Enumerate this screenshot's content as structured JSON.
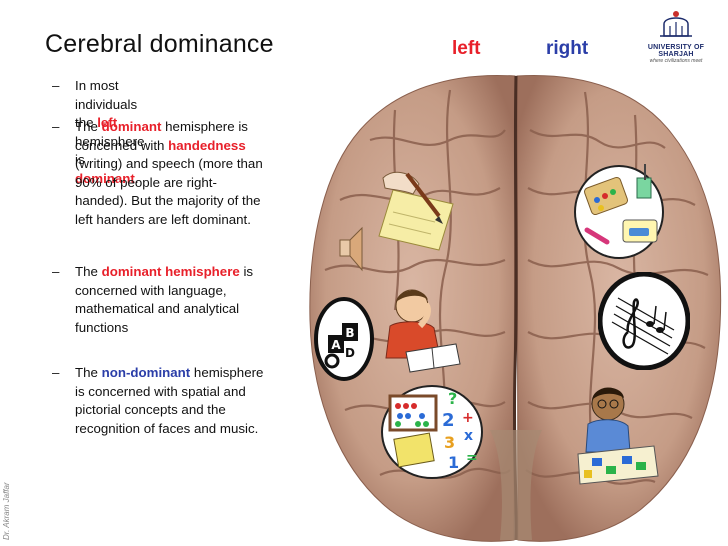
{
  "header": {
    "title": "Cerebral dominance",
    "left_label": "left",
    "right_label": "right"
  },
  "logo": {
    "name": "UNIVERSITY OF SHARJAH",
    "motto": "where civilizations meet"
  },
  "bullets": [
    {
      "dash": "–",
      "parts": [
        {
          "text": "In most individuals the ",
          "style": "plain"
        },
        {
          "text": "left",
          "style": "red"
        },
        {
          "text": " hemisphere is ",
          "style": "plain"
        },
        {
          "text": "dominant",
          "style": "red"
        },
        {
          "text": ".",
          "style": "plain"
        }
      ]
    },
    {
      "dash": "–",
      "lines": [
        [
          {
            "text": "The ",
            "style": "plain"
          },
          {
            "text": "dominant",
            "style": "red"
          },
          {
            "text": " hemisphere is",
            "style": "plain"
          }
        ],
        [
          {
            "text": "concerned with ",
            "style": "plain"
          },
          {
            "text": "handedness",
            "style": "red"
          }
        ],
        [
          {
            "text": "(writing) and speech (more than",
            "style": "plain"
          }
        ],
        [
          {
            "text": "90% of people are right-",
            "style": "plain"
          }
        ],
        [
          {
            "text": "handed). But the majority of the",
            "style": "plain"
          }
        ],
        [
          {
            "text": "left handers are left dominant.",
            "style": "plain"
          }
        ]
      ]
    },
    {
      "dash": "–",
      "lines": [
        [
          {
            "text": "The ",
            "style": "plain"
          },
          {
            "text": "dominant hemisphere",
            "style": "red"
          },
          {
            "text": " is",
            "style": "plain"
          }
        ],
        [
          {
            "text": "concerned with language,",
            "style": "plain"
          }
        ],
        [
          {
            "text": "mathematical and analytical",
            "style": "plain"
          }
        ],
        [
          {
            "text": "functions",
            "style": "plain"
          }
        ]
      ]
    },
    {
      "dash": "–",
      "lines": [
        [
          {
            "text": "The ",
            "style": "plain"
          },
          {
            "text": "non-dominant",
            "style": "blue"
          },
          {
            "text": " hemisphere",
            "style": "plain"
          }
        ],
        [
          {
            "text": "is concerned with spatial and",
            "style": "plain"
          }
        ],
        [
          {
            "text": "pictorial concepts and the",
            "style": "plain"
          }
        ],
        [
          {
            "text": "recognition of faces and music.",
            "style": "plain"
          }
        ]
      ]
    }
  ],
  "clipart": {
    "abc_disc_letters": "ABCD",
    "math_symbols": [
      "?",
      "2",
      "3",
      "1",
      "+",
      "x",
      "="
    ]
  },
  "footer": {
    "author": "Dr. Akram Jaffar"
  },
  "colors": {
    "emphasis_red": "#e8202a",
    "emphasis_blue": "#2b3ea8",
    "brain_base": "#c9a48f",
    "brain_fold": "#8a5f4d"
  }
}
